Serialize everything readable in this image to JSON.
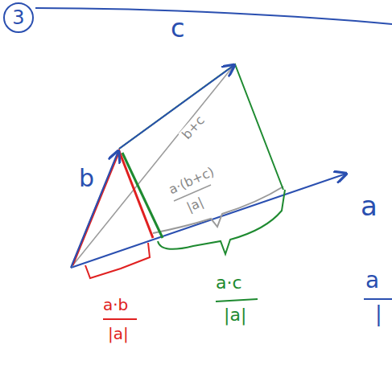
{
  "diagram": {
    "nodes": [
      {
        "text": [
          "3"
        ]
      }
    ],
    "edges": [],
    "labels": [
      "c",
      "b",
      "b+c",
      "a·(b+c)",
      "|a|",
      "a",
      "a·b",
      "|a|",
      "a·c",
      "|a|",
      "a",
      "|"
    ]
  }
}
